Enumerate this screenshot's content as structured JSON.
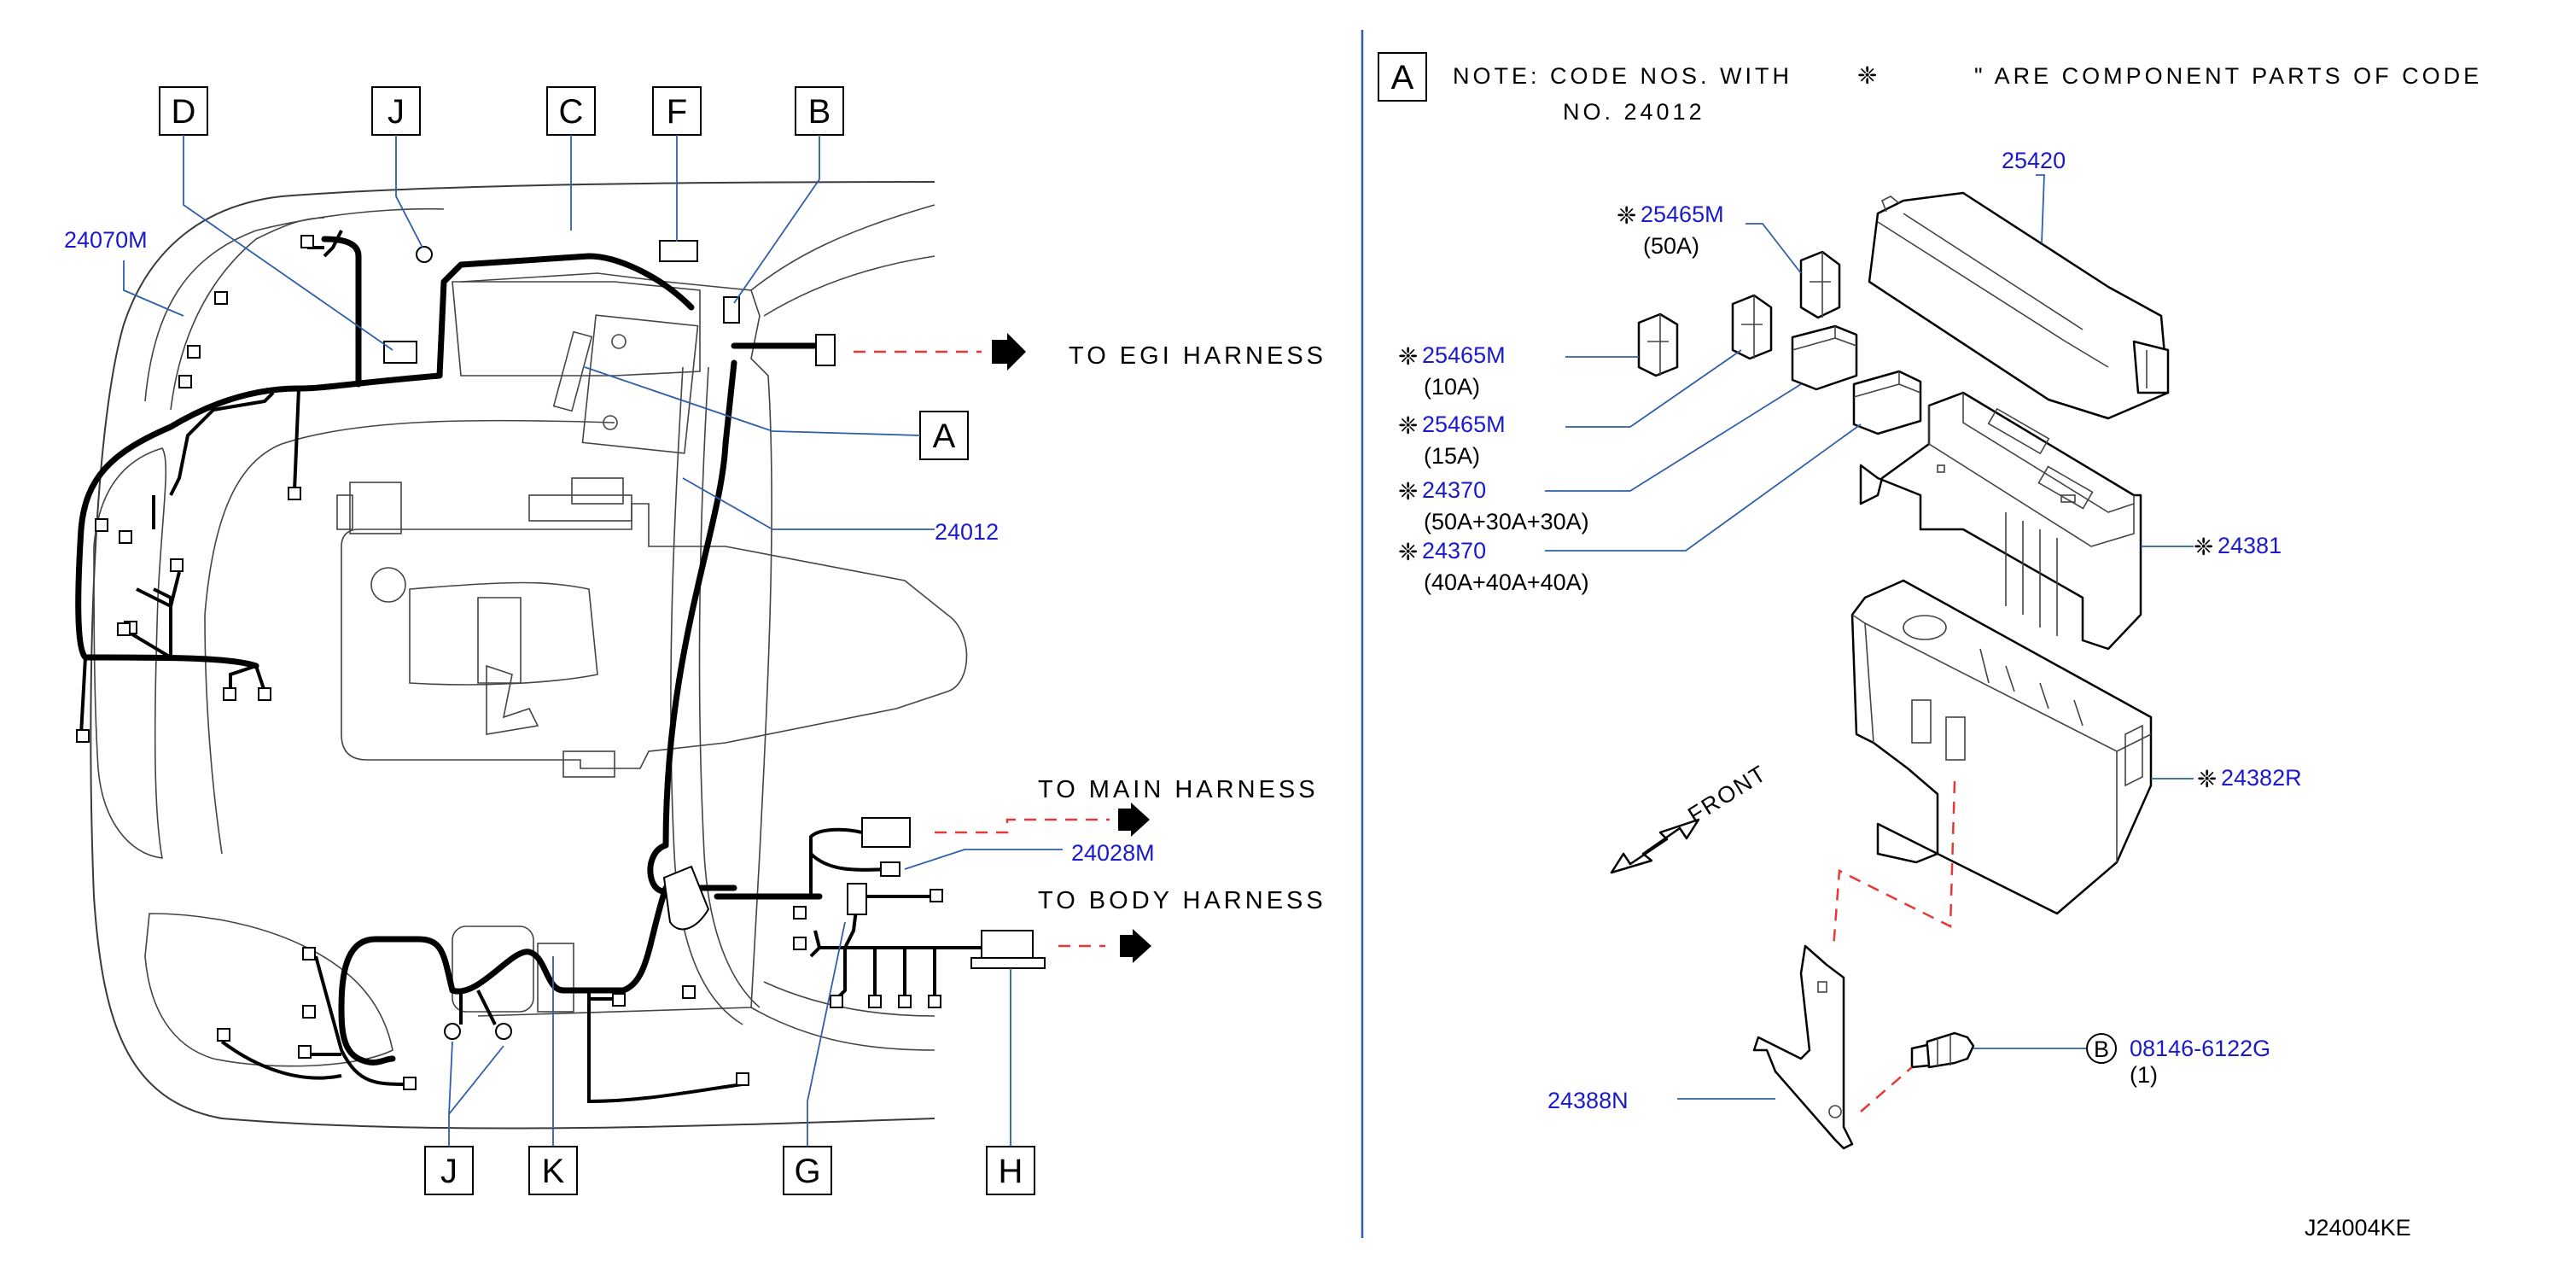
{
  "callout_letters": {
    "D": "D",
    "J_top": "J",
    "C": "C",
    "F": "F",
    "B": "B",
    "A": "A",
    "J_bottom": "J",
    "K": "K",
    "G": "G",
    "H": "H",
    "A_detail": "A"
  },
  "left_labels": {
    "p24070M": "24070M",
    "p24012": "24012",
    "p24028M": "24028M"
  },
  "destinations": {
    "egi": "TO EGI HARNESS",
    "main": "TO MAIN HARNESS",
    "body": "TO BODY HARNESS"
  },
  "detail": {
    "note_line1": "NOTE: CODE NOS. WITH",
    "note_line1b": "\" ARE COMPONENT PARTS OF CODE",
    "note_line2": "NO. 24012",
    "star_symbol": "❈",
    "parts": {
      "p25420": "25420",
      "p25465M_50": "25465M",
      "p25465M_50_spec": "(50A)",
      "p25465M_10": "25465M",
      "p25465M_10_spec": "(10A)",
      "p25465M_15": "25465M",
      "p25465M_15_spec": "(15A)",
      "p24370_a": "24370",
      "p24370_a_spec": "(50A+30A+30A)",
      "p24370_b": "24370",
      "p24370_b_spec": "(40A+40A+40A)",
      "p24381": "24381",
      "p24382R": "24382R",
      "p24388N": "24388N",
      "bolt_circle": "B",
      "p08146": "08146-6122G",
      "p08146_qty": "(1)"
    },
    "front_label": "FRONT"
  },
  "diagram_code": "J24004KE",
  "colors": {
    "part_number": "#1a1acc",
    "leader_line": "#2f5fa8",
    "dashed_connector": "#e53935",
    "harness": "#000000"
  }
}
